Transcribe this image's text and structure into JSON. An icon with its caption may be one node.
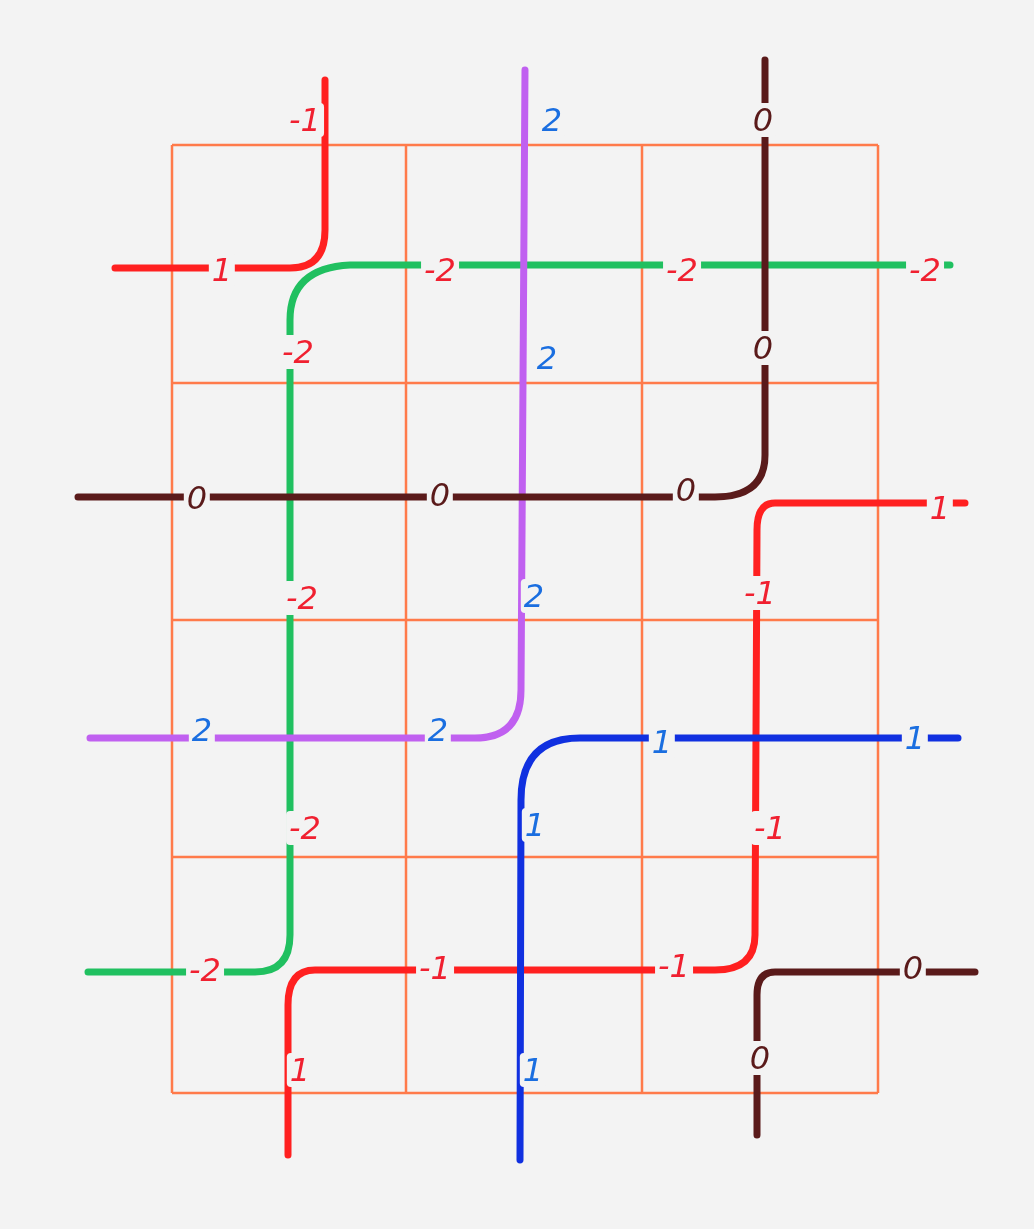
{
  "diagram": {
    "labels": [
      "-1",
      "2",
      "0",
      "1",
      "-2",
      "-2",
      "-2",
      "-2",
      "2",
      "0",
      "0",
      "0",
      "0",
      "1",
      "-2",
      "2",
      "-1",
      "2",
      "2",
      "1",
      "1",
      "-2",
      "1",
      "-1",
      "-2",
      "-1",
      "-1",
      "0",
      "1",
      "0",
      "1"
    ]
  }
}
